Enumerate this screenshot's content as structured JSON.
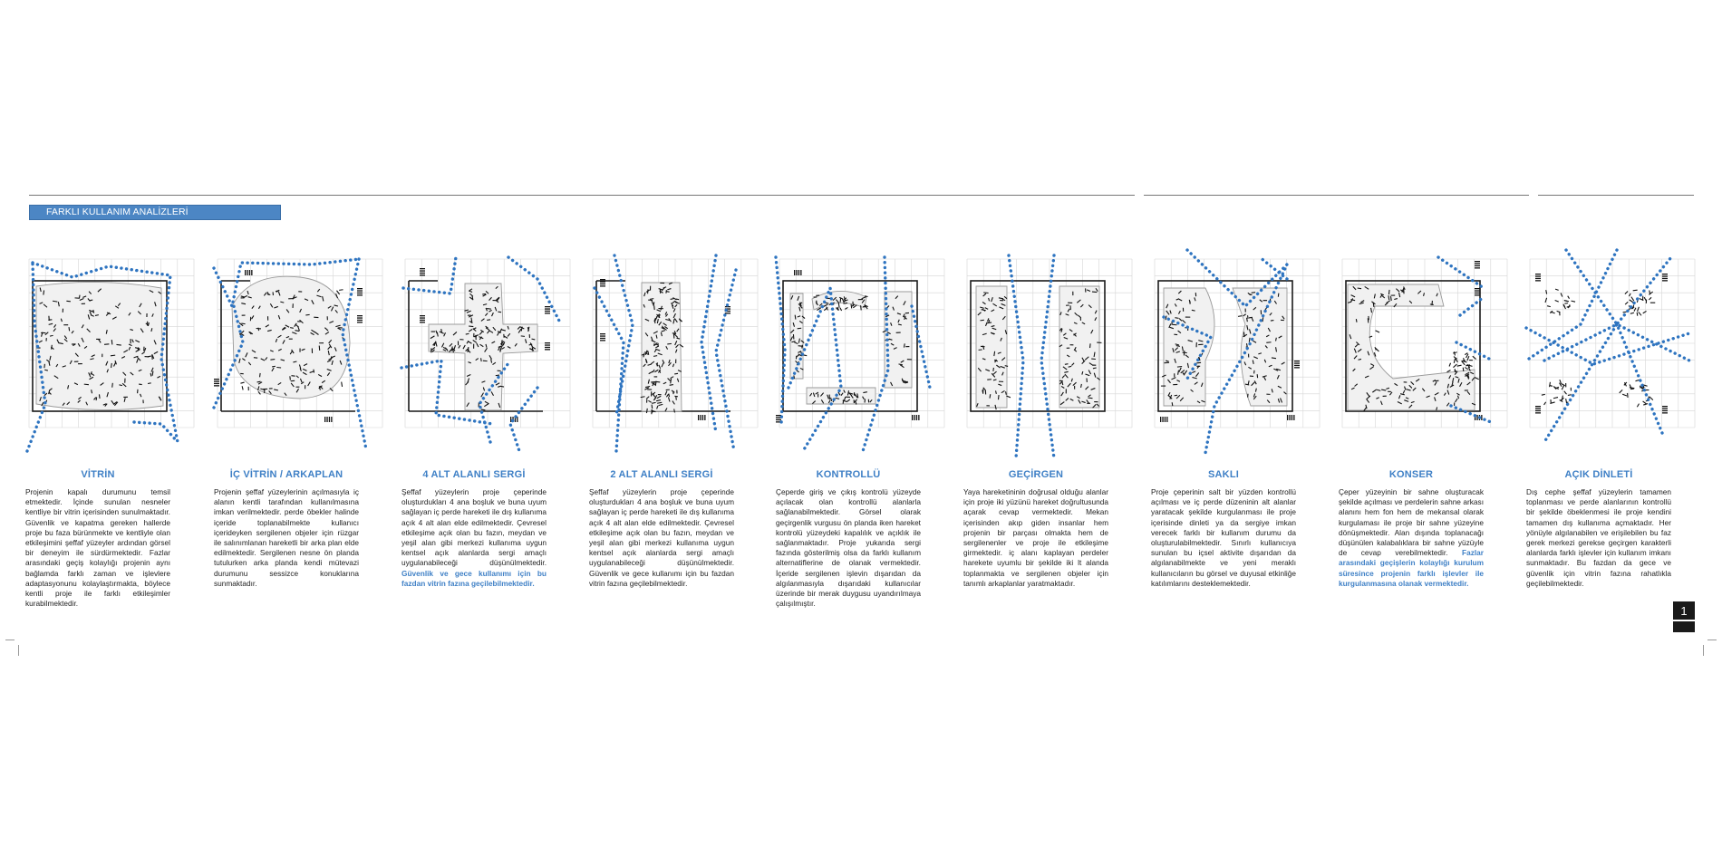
{
  "header": {
    "label": "FARKLI KULLANIM ANALİZLERİ"
  },
  "page_number": "1",
  "panels": [
    {
      "title": "VİTRİN",
      "text": "Projenin kapalı durumunu temsil etmektedir. İçinde sunulan nesneler kentliye bir vitrin içerisinden sunulmaktadır. Güvenlik ve kapatma gereken hallerde proje bu faza bürünmekte ve kentliyle olan etkileşimini şeffaf yüzeyler ardından görsel bir deneyim ile sürdürmektedir. Fazlar arasındaki geçiş kolaylığı projenin aynı bağlamda farklı zaman ve işlevlere adaptasyonunu kolaylaştırmakta, böylece kentli proje ile farklı etkileşimler kurabilmektedir.",
      "highlight": ""
    },
    {
      "title": "İÇ VİTRİN / ARKAPLAN",
      "text": "Projenin şeffaf yüzeylerinin açılmasıyla iç alanın kentli tarafından kullanılmasına imkan verilmektedir. perde öbekler halinde içeride toplanabilmekte kullanıcı içerideyken sergilenen objeler için rüzgar ile salınımlanan hareketli bir arka plan elde edilmektedir. Sergilenen nesne ön planda tutulurken arka planda kendi mütevazi durumunu sessizce konuklarına sunmaktadır.",
      "highlight": ""
    },
    {
      "title": "4 ALT ALANLI SERGİ",
      "text": "Şeffaf yüzeylerin proje çeperinde oluşturdukları 4 ana boşluk ve buna uyum sağlayan iç perde hareketi ile dış kullanıma açık 4 alt alan elde edilmektedir. Çevresel etkileşime açık olan bu fazın, meydan ve yeşil alan gibi merkezi kullanıma uygun kentsel açık alanlarda sergi amaçlı uygulanabileceği düşünülmektedir.",
      "highlight": "Güvenlik ve gece kullanımı için bu fazdan vitrin fazına geçilebilmektedir."
    },
    {
      "title": "2 ALT ALANLI SERGİ",
      "text": "Şeffaf yüzeylerin proje çeperinde oluşturdukları 4 ana boşluk ve buna uyum sağlayan iç perde hareketi ile dış kullanıma açık 4 alt alan elde edilmektedir. Çevresel etkileşime açık olan bu fazın, meydan ve yeşil alan gibi merkezi kullanıma uygun kentsel açık alanlarda sergi amaçlı uygulanabileceği düşünülmektedir. Güvenlik ve gece kullanımı için bu fazdan vitrin fazına geçilebilmektedir.",
      "highlight": ""
    },
    {
      "title": "KONTROLLÜ",
      "text": "Çeperde giriş ve çıkış kontrolü yüzeyde açılacak olan kontrollü alanlarla sağlanabilmektedir. Görsel olarak geçirgenlik vurgusu ön planda iken hareket kontrolü yüzeydeki kapalılık ve açıklık ile sağlanmaktadır. Proje yukarıda sergi fazında gösterilmiş olsa da farklı kullanım alternatiflerine de olanak vermektedir. İçeride sergilenen işlevin dışarıdan da algılanmasıyla dışarıdaki kullanıcılar üzerinde bir merak duygusu uyandırılmaya çalışılmıştır.",
      "highlight": ""
    },
    {
      "title": "GEÇİRGEN",
      "text": "Yaya hareketininin doğrusal olduğu alanlar için proje iki yüzünü hareket doğrultusunda açarak cevap vermektedir. Mekan içerisinden akıp giden insanlar hem projenin bir parçası olmakta hem de sergilenenler ve proje ile etkileşime girmektedir. iç alanı kaplayan perdeler harekete uyumlu bir şekilde iki lt alanda toplanmakta ve sergilenen objeler için tanımlı arkaplanlar yaratmaktadır.",
      "highlight": ""
    },
    {
      "title": "SAKLI",
      "text": "Proje çeperinin salt bir yüzden kontrollü açılması ve iç perde düzeninin alt alanlar yaratacak şekilde kurgulanması ile proje içerisinde dinleti ya da sergiye imkan verecek farklı bir kullanım durumu da oluşturulabilmektedir. Sınırlı kullanıcıya sunulan bu içsel aktivite dışarıdan da algılanabilmekte ve yeni meraklı kullanıcıların bu görsel ve duyusal etkinliğe katılımlarını desteklemektedir.",
      "highlight": ""
    },
    {
      "title": "KONSER",
      "text": "Çeper yüzeyinin bir sahne oluşturacak şekilde açılması ve perdelerin sahne arkası alanını hem fon hem de mekansal olarak kurgulaması ile proje bir sahne yüzeyine dönüşmektedir. Alan dışında toplanacağı düşünülen kalabalıklara bir sahne yüzüyle de cevap verebilmektedir.",
      "highlight": "Fazlar arasındaki geçişlerin kolaylığı kurulum süresince projenin farklı işlevler ile kurgulanmasına olanak vermektedir."
    },
    {
      "title": "AÇIK DİNLETİ",
      "text": "Dış cephe şeffaf yüzeylerin tamamen toplanması ve perde alanlarının kontrollü bir şekilde öbeklenmesi ile proje kendini tamamen dış kullanıma açmaktadır. Her yönüyle algılanabilen ve erişilebilen bu faz gerek merkezi gerekse geçirgen karakterli alanlarda farklı işlevler için kullanım imkanı sunmaktadır. Bu fazdan da gece ve güvenlik için vitrin fazına rahatlıkla geçilebilmektedir.",
      "highlight": ""
    }
  ]
}
